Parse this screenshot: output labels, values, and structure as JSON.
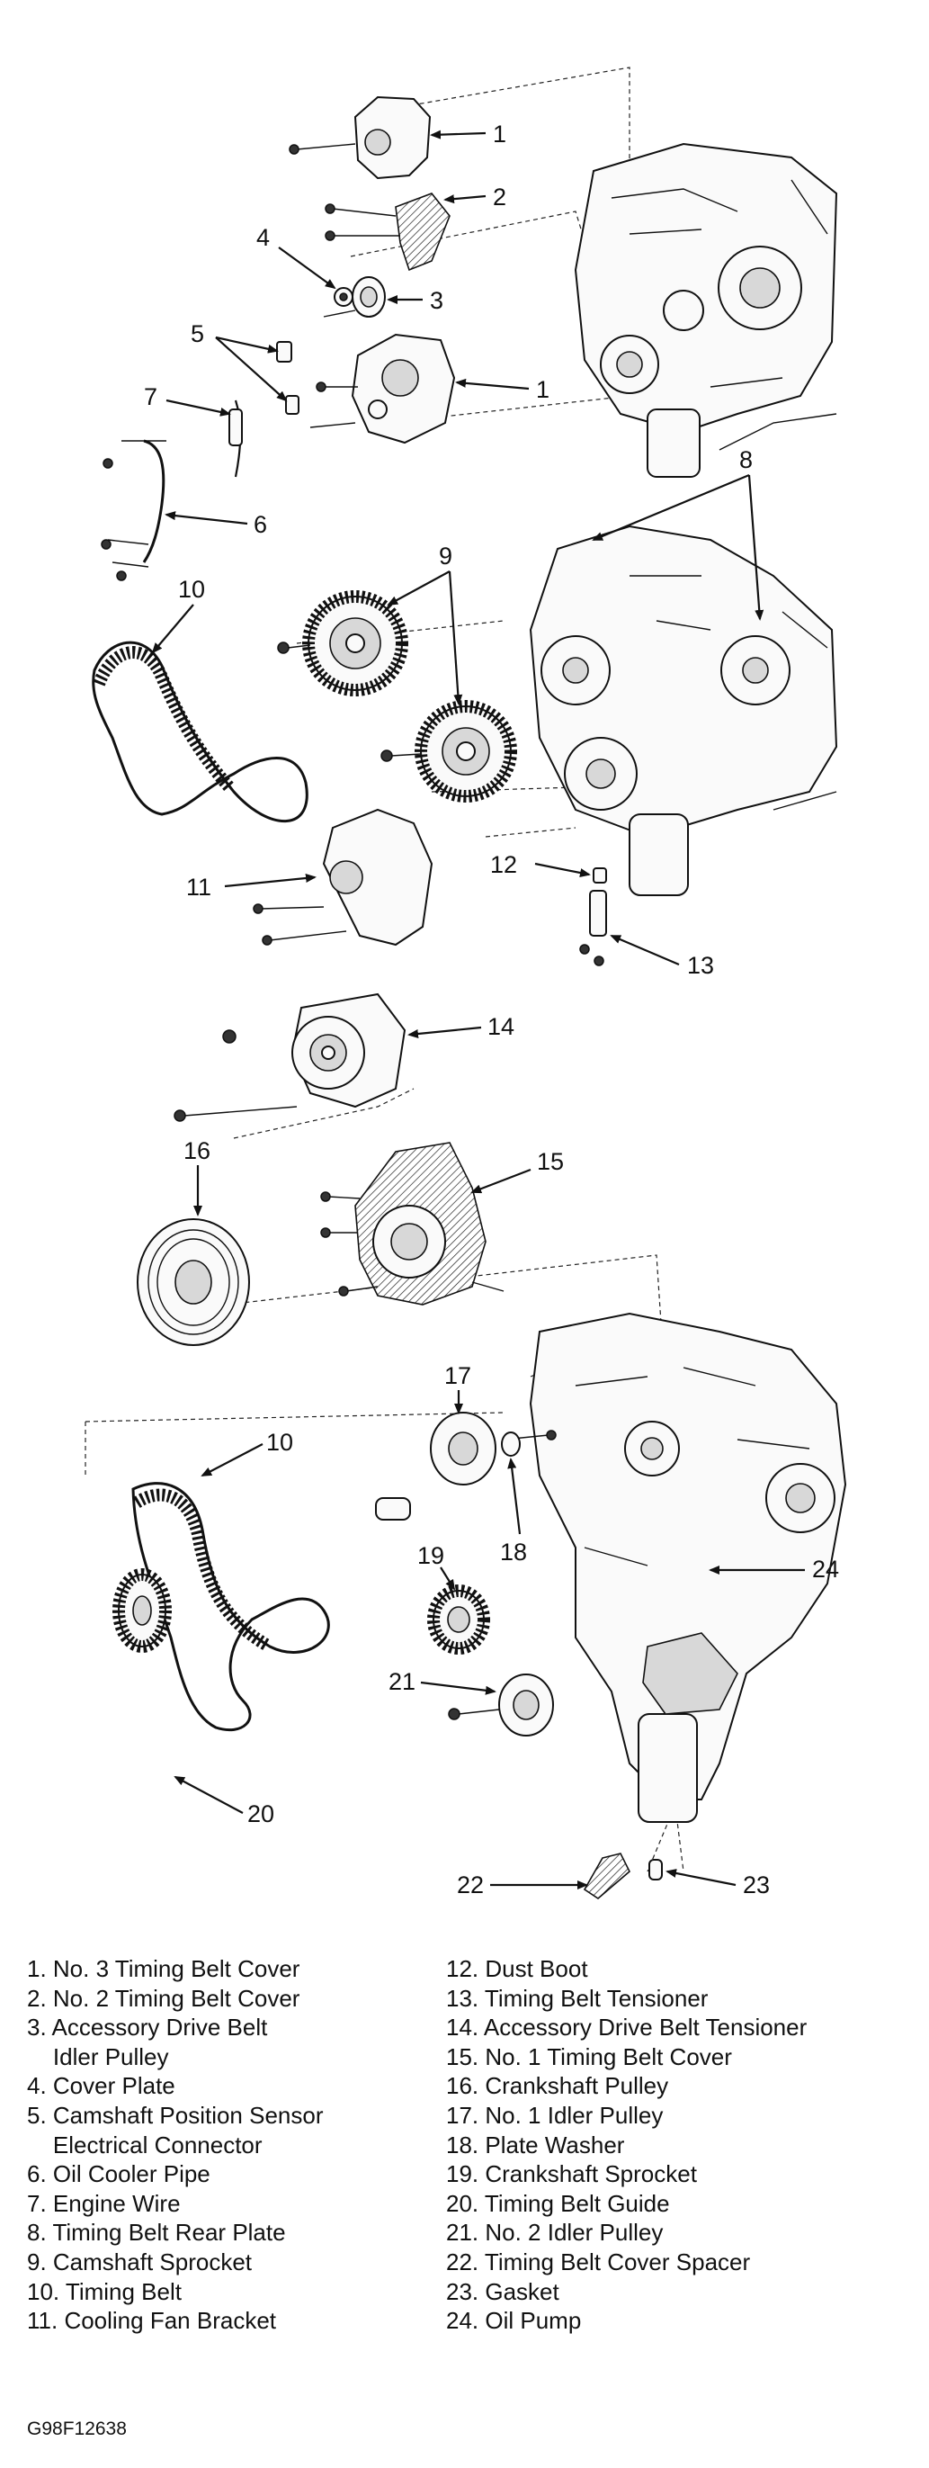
{
  "figure_code": "G98F12638",
  "callouts": {
    "c1a": "1",
    "c2": "2",
    "c3": "3",
    "c4": "4",
    "c5": "5",
    "c1b": "1",
    "c7": "7",
    "c6": "6",
    "c8": "8",
    "c9": "9",
    "c10a": "10",
    "c11": "11",
    "c12": "12",
    "c13": "13",
    "c14": "14",
    "c15": "15",
    "c16": "16",
    "c17": "17",
    "c10b": "10",
    "c18": "18",
    "c19": "19",
    "c24": "24",
    "c21": "21",
    "c20": "20",
    "c22": "22",
    "c23": "23"
  },
  "legend": {
    "left": [
      "1. No. 3 Timing Belt Cover",
      "2. No. 2 Timing Belt Cover",
      "3. Accessory Drive Belt",
      "    Idler Pulley",
      "4. Cover Plate",
      "5. Camshaft Position Sensor",
      "    Electrical Connector",
      "6. Oil Cooler Pipe",
      "7. Engine Wire",
      "8. Timing Belt Rear Plate",
      "9. Camshaft Sprocket",
      "10. Timing Belt",
      "11. Cooling Fan Bracket"
    ],
    "right": [
      "12. Dust Boot",
      "13. Timing Belt Tensioner",
      "14. Accessory Drive Belt Tensioner",
      "15. No. 1 Timing Belt Cover",
      "16. Crankshaft Pulley",
      "17. No. 1 Idler Pulley",
      "18. Plate Washer",
      "19. Crankshaft Sprocket",
      "20. Timing Belt Guide",
      "21. No. 2 Idler Pulley",
      "22. Timing Belt Cover Spacer",
      "23. Gasket",
      "24. Oil Pump"
    ]
  }
}
